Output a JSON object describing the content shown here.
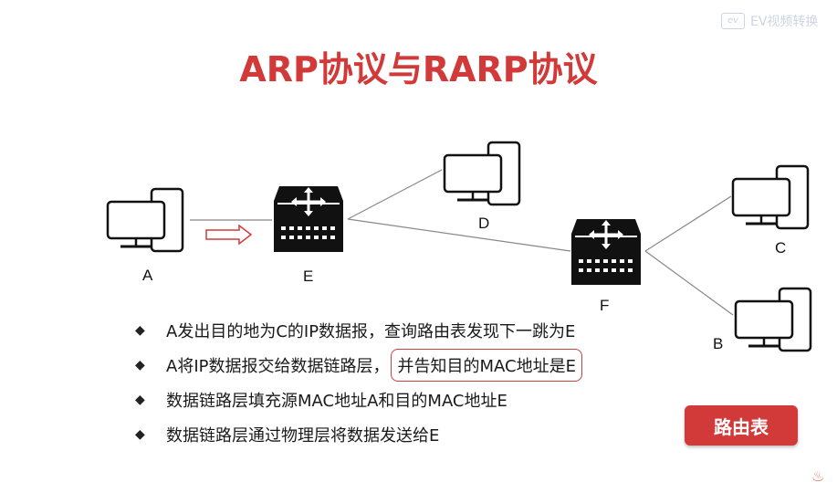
{
  "watermark": {
    "logo": "ev",
    "text": "EV视频转换"
  },
  "title": "ARP协议与RARP协议",
  "nodes": {
    "A": "A",
    "E": "E",
    "D": "D",
    "F": "F",
    "C": "C",
    "B": "B"
  },
  "bullets": [
    {
      "text": "A发出目的地为C的IP数据报，查询路由表发现下一跳为E",
      "highlight": ""
    },
    {
      "text": "A将IP数据报交给数据链路层，",
      "highlight": "并告知目的MAC地址是E"
    },
    {
      "text": "数据链路层填充源MAC地址A和目的MAC地址E",
      "highlight": ""
    },
    {
      "text": "数据链路层通过物理层将数据发送给E",
      "highlight": ""
    }
  ],
  "route_button": "路由表",
  "colors": {
    "accent": "#d23a3a",
    "device": "#111111",
    "line": "#888888"
  },
  "icons": [
    "computer-icon",
    "router-icon",
    "arrow-right-icon",
    "diamond-bullet-icon"
  ]
}
